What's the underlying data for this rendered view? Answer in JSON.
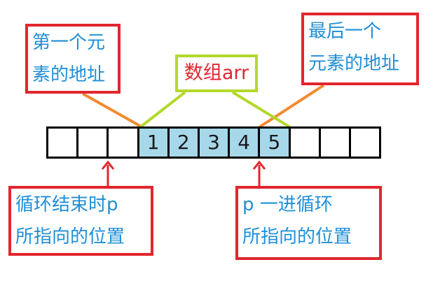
{
  "labels": {
    "first": {
      "lines": [
        "第一个元",
        "素的地址"
      ]
    },
    "last": {
      "lines": [
        "最后一个",
        "元素的地址"
      ]
    },
    "arr": "数组arr",
    "loop_end": {
      "lines": [
        "循环结束时p",
        "所指向的位置"
      ]
    },
    "loop_start": {
      "lines": [
        "p 一进循环",
        "所指向的位置"
      ]
    }
  },
  "array": {
    "cells": [
      "",
      "",
      "",
      "1",
      "2",
      "3",
      "4",
      "5",
      "",
      "",
      ""
    ],
    "filled": [
      false,
      false,
      false,
      true,
      true,
      true,
      true,
      true,
      false,
      false,
      false
    ]
  },
  "colors": {
    "box_border": "#e1262e",
    "box_text": "#1f8fd6",
    "arr_border": "#b4d82c",
    "arr_text": "#e1262e",
    "filled_cell": "#a7d8ea",
    "orange_line": "#f28a30",
    "green_line": "#b4d82c",
    "arrow": "#e1262e"
  }
}
